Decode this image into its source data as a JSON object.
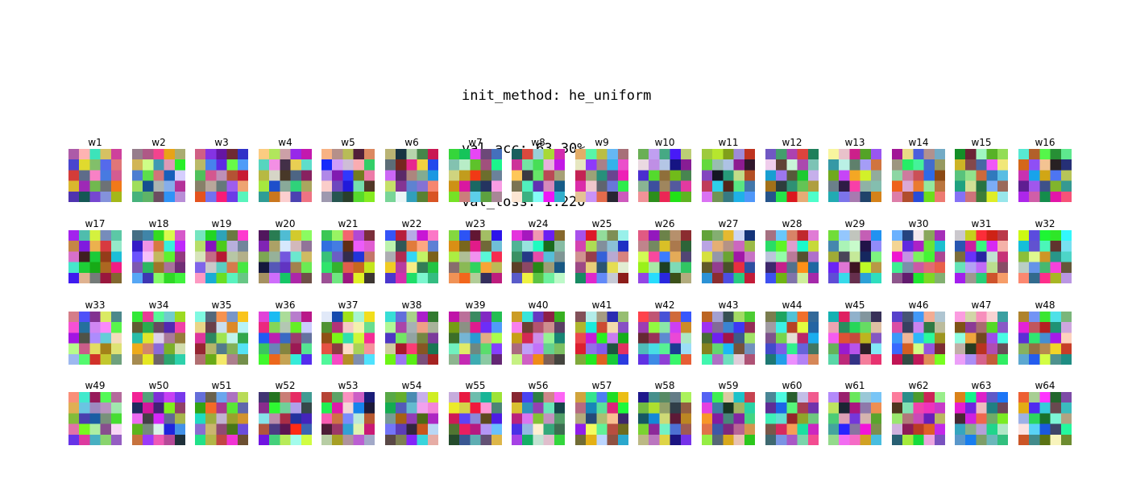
{
  "header": {
    "init_method_line": "init_method: he_uniform",
    "val_acc_line": "val_acc: 63.30%",
    "val_loss_line": "val_loss: 1.220"
  },
  "filters": {
    "labels": [
      "w1",
      "w2",
      "w3",
      "w4",
      "w5",
      "w6",
      "w7",
      "w8",
      "w9",
      "w10",
      "w11",
      "w12",
      "w13",
      "w14",
      "w15",
      "w16",
      "w17",
      "w18",
      "w19",
      "w20",
      "w21",
      "w22",
      "w23",
      "w24",
      "w25",
      "w26",
      "w27",
      "w28",
      "w29",
      "w30",
      "w31",
      "w32",
      "w33",
      "w34",
      "w35",
      "w36",
      "w37",
      "w38",
      "w39",
      "w40",
      "w41",
      "w42",
      "w43",
      "w44",
      "w45",
      "w46",
      "w47",
      "w48",
      "w49",
      "w50",
      "w51",
      "w52",
      "w53",
      "w54",
      "w55",
      "w56",
      "w57",
      "w58",
      "w59",
      "w60",
      "w61",
      "w62",
      "w63",
      "w64"
    ],
    "columns": 16,
    "kernel_size": 5
  }
}
